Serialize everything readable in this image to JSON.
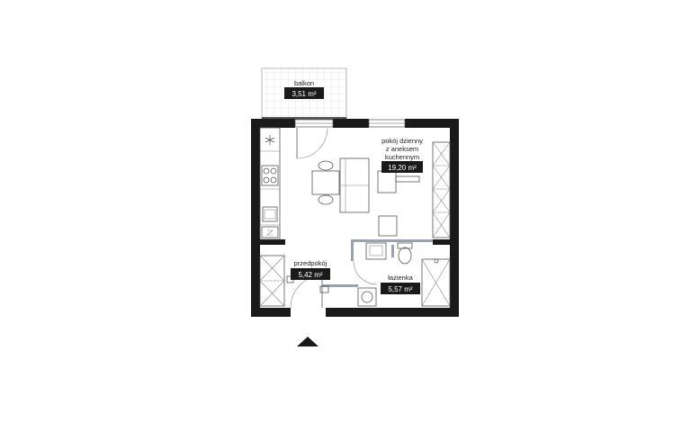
{
  "rooms": {
    "balcony": {
      "label": "balkon",
      "area": "3,51 m²"
    },
    "living": {
      "label_line1": "pokój dzienny",
      "label_line2": "z aneksem",
      "label_line3": "kuchennym",
      "area": "19,20 m²"
    },
    "hall": {
      "label": "przedpokój",
      "area": "5,42 m²"
    },
    "bathroom": {
      "label": "łazienka",
      "area": "5,57 m²"
    }
  },
  "colors": {
    "wall": "#1a1a1a",
    "badge": "#1a1a1a",
    "partition": "#9aa3ad"
  },
  "icons": {
    "entrance": "entrance-triangle-icon",
    "hood": "asterisk-icon"
  }
}
